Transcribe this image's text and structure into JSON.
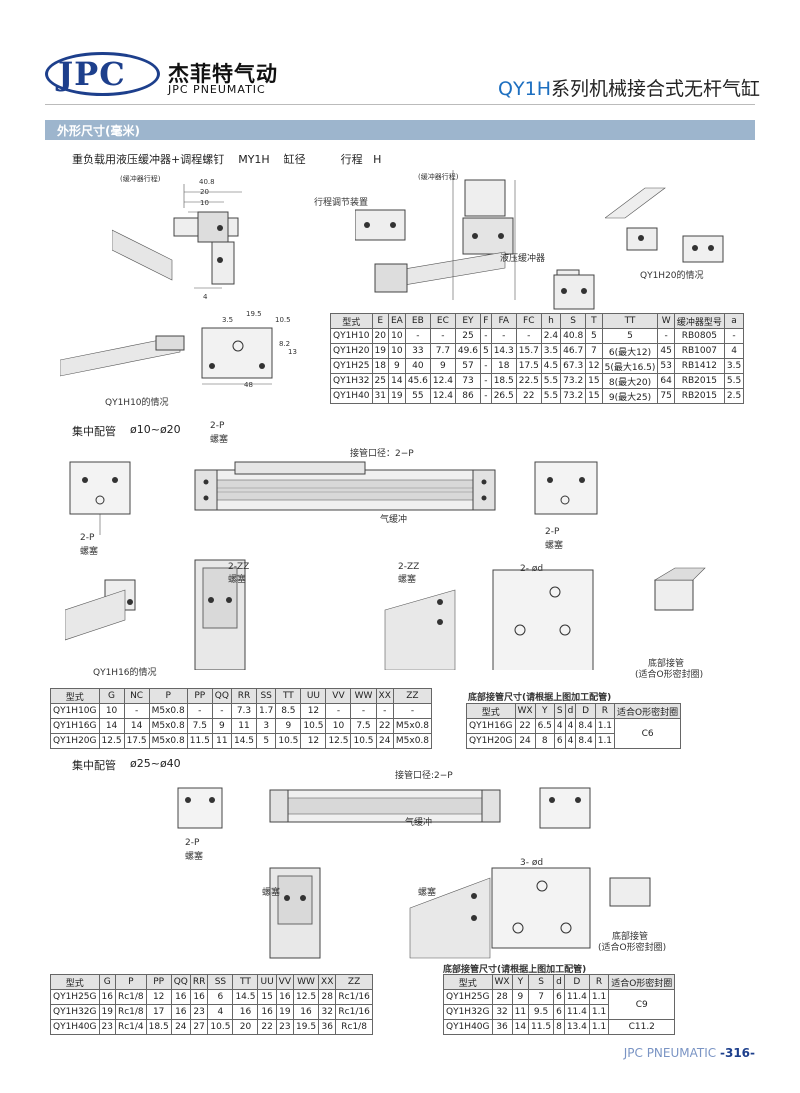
{
  "header": {
    "logo_letters": "JPC",
    "brand_cn": "杰菲特气动",
    "brand_en": "JPC PNEUMATIC",
    "title_prefix": "QY1H",
    "title_rest": "系列机械接合式无杆气缸"
  },
  "section": {
    "title": "外形尺寸(毫米)"
  },
  "part1": {
    "subtitle": "重负载用液压缓冲器+调程螺钉    MY1H    缸径          行程   H",
    "labels": {
      "buffer_stroke": "(缓冲器行程)",
      "dim_408": "40.8",
      "dim_20": "20",
      "dim_10": "10",
      "dim_4": "4",
      "dim_35": "3.5",
      "dim_195": "19.5",
      "dim_105": "10.5",
      "dim_82": "8.2",
      "dim_13": "13",
      "dim_48": "48",
      "qy1h10_case": "QY1H10的情况",
      "stroke_adjust": "行程调节装置",
      "hydraulic_buffer": "液压缓冲器",
      "qy1h20_case": "QY1H20的情况",
      "buffer_stroke2": "(缓冲器行程)"
    },
    "table": {
      "headers": [
        "型式",
        "E",
        "EA",
        "EB",
        "EC",
        "EY",
        "F",
        "FA",
        "FC",
        "h",
        "S",
        "T",
        "TT",
        "W",
        "缓冲器型号",
        "a"
      ],
      "rows": [
        [
          "QY1H10",
          "20",
          "10",
          "-",
          "-",
          "25",
          "-",
          "-",
          "-",
          "2.4",
          "40.8",
          "5",
          "5",
          "-",
          "RB0805",
          "-"
        ],
        [
          "QY1H20",
          "19",
          "10",
          "33",
          "7.7",
          "49.6",
          "5",
          "14.3",
          "15.7",
          "3.5",
          "46.7",
          "7",
          "6(最大12)",
          "45",
          "RB1007",
          "4"
        ],
        [
          "QY1H25",
          "18",
          "9",
          "40",
          "9",
          "57",
          "-",
          "18",
          "17.5",
          "4.5",
          "67.3",
          "12",
          "5(最大16.5)",
          "53",
          "RB1412",
          "3.5"
        ],
        [
          "QY1H32",
          "25",
          "14",
          "45.6",
          "12.4",
          "73",
          "-",
          "18.5",
          "22.5",
          "5.5",
          "73.2",
          "15",
          "8(最大20)",
          "64",
          "RB2015",
          "5.5"
        ],
        [
          "QY1H40",
          "31",
          "19",
          "55",
          "12.4",
          "86",
          "-",
          "26.5",
          "22",
          "5.5",
          "73.2",
          "15",
          "9(最大25)",
          "75",
          "RB2015",
          "2.5"
        ]
      ]
    }
  },
  "part2": {
    "subtitle": "集中配管",
    "bore": "ø10~ø20",
    "labels": {
      "plug": "螺塞",
      "port_2p": "2-P",
      "port_label": "接管口径：2−P",
      "cushion": "气缓冲",
      "zz": "2-ZZ",
      "pd": "2- ød",
      "qy1h16_case": "QY1H16的情况",
      "bottom_pipe": "底部接管",
      "bottom_pipe_note": "(适合O形密封圈)",
      "bottom_dims_title": "底部接管尺寸(请根据上图加工配管)"
    },
    "table": {
      "headers": [
        "型式",
        "G",
        "NC",
        "P",
        "PP",
        "QQ",
        "RR",
        "SS",
        "TT",
        "UU",
        "VV",
        "WW",
        "XX",
        "ZZ"
      ],
      "rows": [
        [
          "QY1H10G",
          "10",
          "-",
          "M5x0.8",
          "-",
          "-",
          "7.3",
          "1.7",
          "8.5",
          "12",
          "-",
          "-",
          "-",
          "-"
        ],
        [
          "QY1H16G",
          "14",
          "14",
          "M5x0.8",
          "7.5",
          "9",
          "11",
          "3",
          "9",
          "10.5",
          "10",
          "7.5",
          "22",
          "M5x0.8"
        ],
        [
          "QY1H20G",
          "12.5",
          "17.5",
          "M5x0.8",
          "11.5",
          "11",
          "14.5",
          "5",
          "10.5",
          "12",
          "12.5",
          "10.5",
          "24",
          "M5x0.8"
        ]
      ]
    },
    "bottom_table": {
      "headers": [
        "型式",
        "WX",
        "Y",
        "S",
        "d",
        "D",
        "R",
        "适合O形密封圈"
      ],
      "rows": [
        [
          "QY1H16G",
          "22",
          "6.5",
          "4",
          "4",
          "8.4",
          "1.1",
          "C6"
        ],
        [
          "QY1H20G",
          "24",
          "8",
          "6",
          "4",
          "8.4",
          "1.1",
          ""
        ]
      ]
    }
  },
  "part3": {
    "subtitle": "集中配管",
    "bore": "ø25~ø40",
    "labels": {
      "plug": "螺塞",
      "port_2p": "2-P",
      "port_label": "接管口径:2−P",
      "cushion": "气缓冲",
      "pd": "3- ød",
      "bottom_pipe": "底部接管",
      "bottom_pipe_note": "(适合O形密封圈)",
      "bottom_dims_title": "底部接管尺寸(请根据上图加工配管)"
    },
    "table": {
      "headers": [
        "型式",
        "G",
        "P",
        "PP",
        "QQ",
        "RR",
        "SS",
        "TT",
        "UU",
        "VV",
        "WW",
        "XX",
        "ZZ"
      ],
      "rows": [
        [
          "QY1H25G",
          "16",
          "Rc1/8",
          "12",
          "16",
          "16",
          "6",
          "14.5",
          "15",
          "16",
          "12.5",
          "28",
          "Rc1/16"
        ],
        [
          "QY1H32G",
          "19",
          "Rc1/8",
          "17",
          "16",
          "23",
          "4",
          "16",
          "16",
          "19",
          "16",
          "32",
          "Rc1/16"
        ],
        [
          "QY1H40G",
          "23",
          "Rc1/4",
          "18.5",
          "24",
          "27",
          "10.5",
          "20",
          "22",
          "23",
          "19.5",
          "36",
          "Rc1/8"
        ]
      ]
    },
    "bottom_table": {
      "headers": [
        "型式",
        "WX",
        "Y",
        "S",
        "d",
        "D",
        "R",
        "适合O形密封圈"
      ],
      "rows": [
        [
          "QY1H25G",
          "28",
          "9",
          "7",
          "6",
          "11.4",
          "1.1",
          "C9"
        ],
        [
          "QY1H32G",
          "32",
          "11",
          "9.5",
          "6",
          "11.4",
          "1.1",
          ""
        ],
        [
          "QY1H40G",
          "36",
          "14",
          "11.5",
          "8",
          "13.4",
          "1.1",
          "C11.2"
        ]
      ]
    }
  },
  "footer": {
    "brand": "JPC PNEUMATIC",
    "page": "-316-"
  }
}
